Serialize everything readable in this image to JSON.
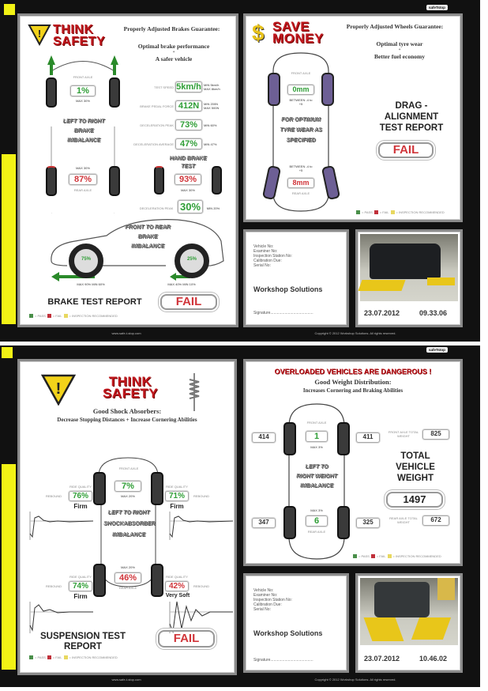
{
  "brand": {
    "logo": "safeTstop",
    "website": "www.safe-t-stop.com",
    "copyright": "Copyright © 2012 Workshop Solutions. All rights reserved."
  },
  "legend": {
    "pass": "= PASS",
    "fail": "= FAIL",
    "inspection": "= INSPECTION RECOMMENDED",
    "pass_color": "#4a8f4a",
    "fail_color": "#c0303a",
    "inspection_color": "#e8d860"
  },
  "brake": {
    "think": "THINK",
    "safety": "SAFETY",
    "guarantee": "Properly Adjusted Brakes Guarantee:",
    "benefit1": "Optimal brake performance",
    "plus": "+",
    "benefit2": "A safer vehicle",
    "front_axle": "FRONT AXLE",
    "rear_axle": "REAR AXLE",
    "front_imbalance": "1%",
    "front_max": "MAX 30%",
    "rear_imbalance": "87%",
    "rear_max": "MAX 30%",
    "lr_label": "LEFT TO RIGHT BRAKE IMBALANCE",
    "metrics": [
      {
        "label": "TEST SPEED",
        "value": "5km/h",
        "limit": "MIN 5km/h MAX 8km/h"
      },
      {
        "label": "BRAKE PEDAL FORCE",
        "value": "412N",
        "limit": "MIN 200N MAX 500N"
      },
      {
        "label": "DECELERATION PEAK",
        "value": "73%",
        "limit": "MIN 60%"
      },
      {
        "label": "DECELERATION AVERAGE",
        "value": "47%",
        "limit": "MIN 47%"
      }
    ],
    "hand_brake_label": "HAND BRAKE TEST",
    "hand_imbalance": "93%",
    "hand_max": "MAX 30%",
    "hand_decel_label": "DECELERATION PEAK",
    "hand_decel": "30%",
    "hand_decel_min": "MIN 20%",
    "fr_label": "FRONT TO REAR BRAKE IMBALANCE",
    "front_share": "75%",
    "front_limit": "MAX 90% MIN 60%",
    "rear_share": "25%",
    "rear_limit": "MAX 40% MIN 10%",
    "title": "BRAKE TEST REPORT",
    "result": "FAIL"
  },
  "alignment": {
    "save": "SAVE",
    "money": "MONEY",
    "dollar": "$",
    "guarantee": "Properly Adjusted Wheels Guarantee:",
    "benefit1": "Optimal tyre wear",
    "plus": "+",
    "benefit2": "Better fuel economy",
    "front_axle": "FRONT AXLE",
    "front_value": "0mm",
    "front_range": "BETWEEN -4 to +5",
    "rear_axle": "REAR AXLE",
    "rear_value": "8mm",
    "rear_range": "BETWEEN -4 to +5",
    "center_label": "FOR OPTIMUM TYRE WEAR AS SPECIFIED",
    "title": "DRAG - ALIGNMENT TEST REPORT",
    "result": "FAIL"
  },
  "info_fields": [
    "Vehicle No:",
    "Examiner No:",
    "Inspection Station No:",
    "Calibration Due:",
    "Serial No:"
  ],
  "workshop": "Workshop Solutions",
  "signature": "Signature.......................................",
  "photo1": {
    "date": "23.07.2012",
    "time": "09.33.06"
  },
  "photo2": {
    "date": "23.07.2012",
    "time": "10.46.02"
  },
  "suspension": {
    "think": "THINK",
    "safety": "SAFETY",
    "heading": "Good Shock Absorbers:",
    "sub": "Decrease Stopping Distances + Increase Cornering Abilities",
    "front_axle": "FRONT AXLE",
    "rear_axle": "REAR AXLE",
    "front_imbalance": "7%",
    "front_max": "MAX 20%",
    "rear_imbalance": "46%",
    "rear_max": "MAX 20%",
    "lr_label": "LEFT TO RIGHT SHOCKABSORBER IMBALANCE",
    "ride_quality": "RIDE QUALITY",
    "fl": {
      "value": "76%",
      "rating": "Firm",
      "side": "REBOUND"
    },
    "fr": {
      "value": "71%",
      "rating": "Firm",
      "side": "REBOUND"
    },
    "rl": {
      "value": "74%",
      "rating": "Firm",
      "side": "REBOUND"
    },
    "rr": {
      "value": "42%",
      "rating": "Very Soft",
      "side": "REBOUND"
    },
    "title": "SUSPENSION TEST REPORT",
    "result": "FAIL"
  },
  "weight": {
    "warning": "OVERLOADED VEHICLES ARE DANGEROUS !",
    "heading": "Good Weight Distribution:",
    "sub": "Increases Cornering and Braking Abilities",
    "front_axle": "FRONT AXLE",
    "rear_axle": "REAR AXLE",
    "fl": "414",
    "fr": "411",
    "rl": "347",
    "rr": "325",
    "front_imbalance": "1",
    "front_max": "MAX 3%",
    "rear_imbalance": "6",
    "rear_max": "MAX 3%",
    "lr_label": "LEFT TO RIGHT WEIGHT IMBALANCE",
    "front_total_label": "FRONT AXLE TOTAL WEIGHT",
    "front_total": "825",
    "rear_total_label": "REAR AXLE TOTAL WEIGHT",
    "rear_total": "672",
    "total_label": "TOTAL VEHICLE WEIGHT",
    "total": "1497"
  }
}
